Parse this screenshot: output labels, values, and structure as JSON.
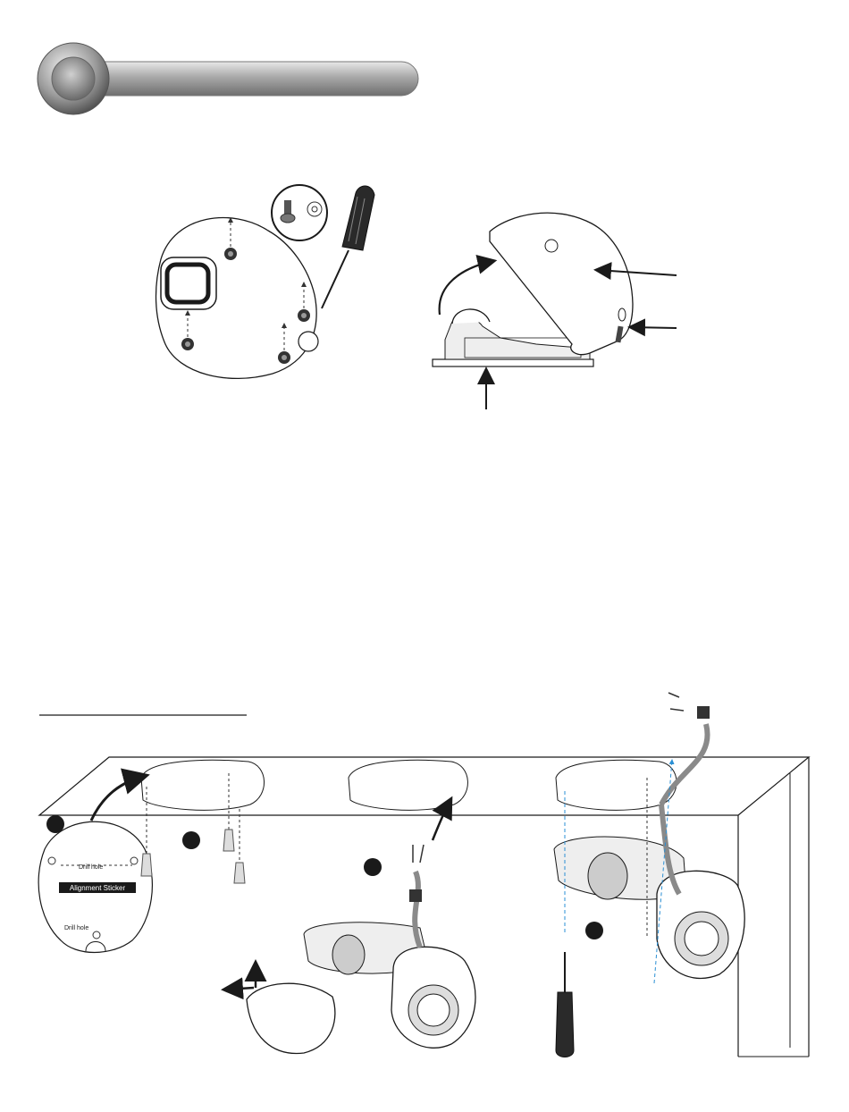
{
  "diagram": {
    "sticker": {
      "drill_hole_top": "Drill hole",
      "title": "Alignment Sticker",
      "drill_hole_bottom": "Drill hole"
    }
  },
  "colors": {
    "ink": "#1a1a1a",
    "guide_dashed": "#333333",
    "cable_blue_dashed": "#2a8fd4",
    "cable_grey": "#8a8a8a"
  }
}
